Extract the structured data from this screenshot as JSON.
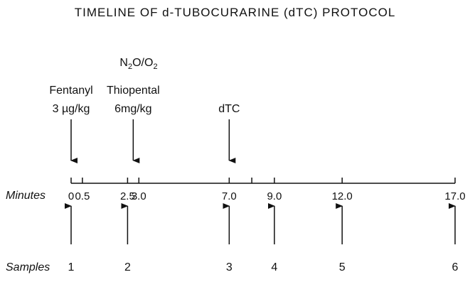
{
  "title": "TIMELINE OF d-TUBOCURARINE (dTC) PROTOCOL",
  "gas": {
    "pre": "N",
    "sub1": "2",
    "mid": "O/O",
    "sub2": "2"
  },
  "drugs": [
    {
      "line1": "Fentanyl",
      "line2": "3 µg/kg",
      "at": 0
    },
    {
      "line1": "Thiopental",
      "line2": "6mg/kg",
      "at": 2.75
    },
    {
      "line1": "dTC",
      "line2": "",
      "at": 7.0
    }
  ],
  "minutes_label": "Minutes",
  "samples_label": "Samples",
  "ticks": [
    {
      "label": "0",
      "value": 0
    },
    {
      "label": "0.5",
      "value": 0.5
    },
    {
      "label": "2.5",
      "value": 2.5
    },
    {
      "label": "3.0",
      "value": 3.0
    },
    {
      "label": "7.0",
      "value": 7.0
    },
    {
      "label": "",
      "value": 8.0
    },
    {
      "label": "9.0",
      "value": 9.0
    },
    {
      "label": "12.0",
      "value": 12.0
    },
    {
      "label": "17.0",
      "value": 17.0
    }
  ],
  "samples": [
    {
      "label": "1",
      "at": 0
    },
    {
      "label": "2",
      "at": 2.5
    },
    {
      "label": "3",
      "at": 7.0
    },
    {
      "label": "4",
      "at": 9.0
    },
    {
      "label": "5",
      "at": 12.0
    },
    {
      "label": "6",
      "at": 17.0
    }
  ]
}
